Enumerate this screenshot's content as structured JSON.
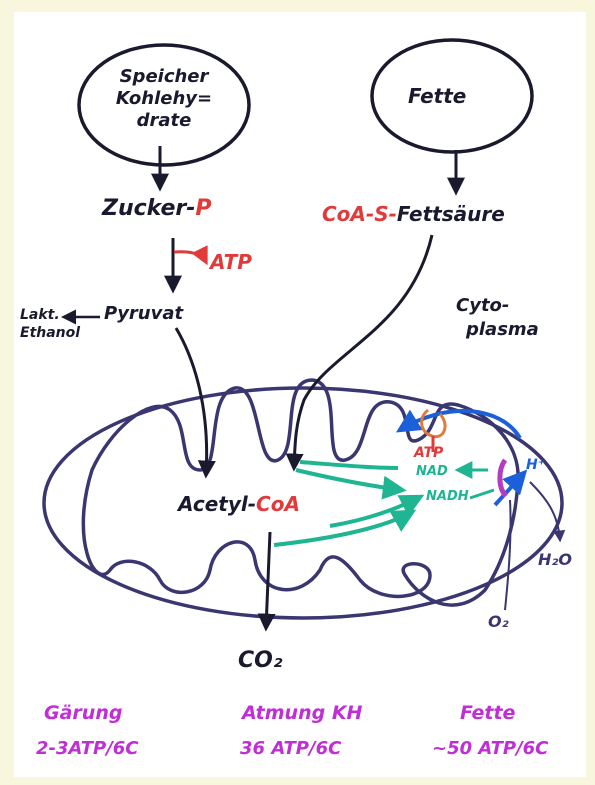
{
  "diagram": {
    "nodes": {
      "storage_carbs": [
        "Speicher",
        "Kohlehy=",
        "drate"
      ],
      "fats": "Fette",
      "sugar": "Zucker-",
      "sugar_p": "P",
      "coa_s": "CoA-S-",
      "fatty_acid": "Fettsäure",
      "atp_glycolysis": "ATP",
      "lactate": "Lakt.",
      "pyruvate": "Pyruvat",
      "ethanol": "Ethanol",
      "cytoplasm": [
        "Cyto-",
        "plasma"
      ],
      "acetyl": "Acetyl-",
      "coa": "CoA",
      "atp_mito": "ATP",
      "nad": "NAD",
      "nadh": "NADH",
      "h_plus": "H⁺",
      "water": "H₂O",
      "oxygen": "O₂",
      "co2": "CO₂"
    },
    "summary": {
      "headers": [
        "Gärung",
        "Atmung KH",
        "Fette"
      ],
      "yields": [
        "2-3ATP/6C",
        "36 ATP/6C",
        "~50 ATP/6C"
      ]
    },
    "colors": {
      "ink": "#1a1a2e",
      "membrane": "#3a3670",
      "red": "#e03a3a",
      "green": "#1fb592",
      "blue": "#1b5fd9",
      "purple": "#b33cbf",
      "magenta": "#c02fd6",
      "orange": "#e27a3a"
    }
  }
}
